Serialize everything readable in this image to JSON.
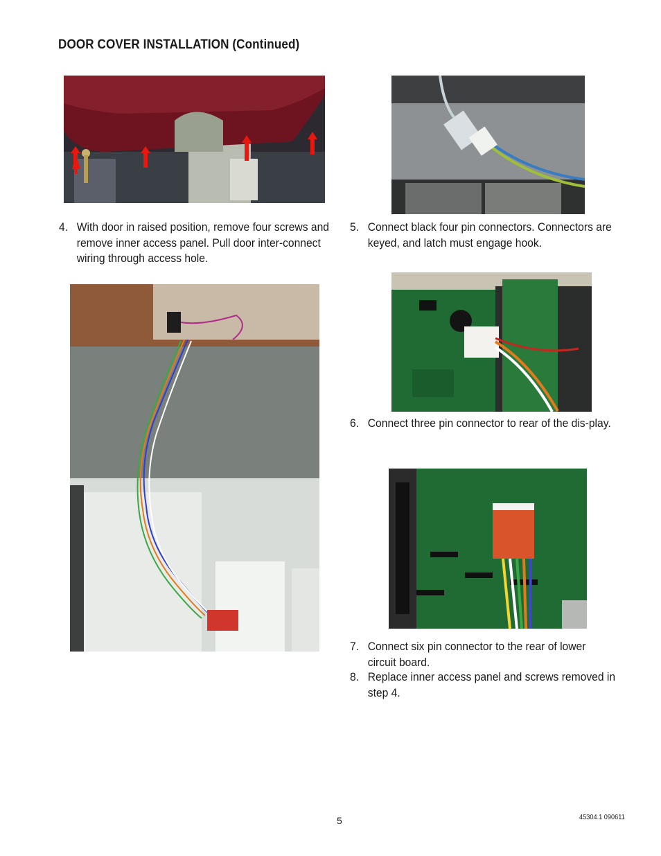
{
  "page": {
    "title": "DOOR COVER INSTALLATION (Continued)",
    "page_number": "5",
    "doc_code": "45304.1 090611"
  },
  "steps": [
    {
      "num": "4.",
      "text": "With door in raised position, remove four screws and remove inner access panel.  Pull door inter-connect wiring through access hole."
    },
    {
      "num": "5.",
      "text": "Connect black four pin connectors.  Connectors are keyed, and latch must engage hook."
    },
    {
      "num": "6.",
      "text": "Connect three pin connector to rear of the dis-play."
    },
    {
      "num": "7.",
      "text": "Connect six pin connector to the rear of lower circuit board."
    },
    {
      "num": "8.",
      "text": "Replace inner access panel and screws removed in step 4."
    }
  ],
  "colors": {
    "arrow": "#e8170f",
    "door": "#6e1420",
    "board": "#1f6b33",
    "connector_orange": "#d9542a"
  }
}
